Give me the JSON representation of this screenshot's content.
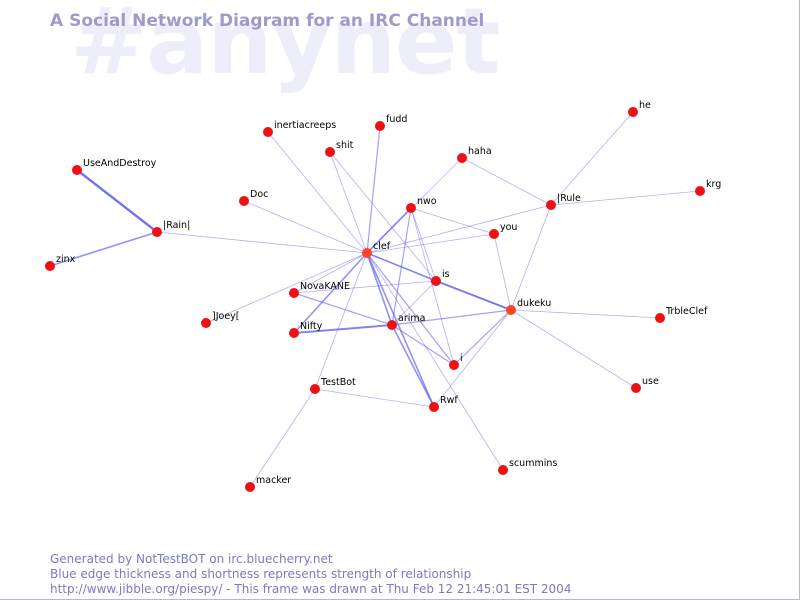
{
  "watermark": "#anynet",
  "title": "A Social Network Diagram for an IRC Channel",
  "footer": {
    "line1": "Generated by NotTestBOT on irc.bluecherry.net",
    "line2": "Blue edge thickness and shortness represents strength of relationship",
    "line3": "http://www.jibble.org/piespy/ - This frame was drawn at Thu Feb 12 21:45:01 EST 2004"
  },
  "colors": {
    "node": "#ee1111",
    "node_hub": "#ff4422",
    "edge": "#5555ee",
    "title": "#9c9ccc",
    "footer": "#7b7bbf"
  },
  "nodes": [
    {
      "id": "UseAndDestroy",
      "label": "UseAndDestroy"
    },
    {
      "id": "zinx",
      "label": "zinx"
    },
    {
      "id": "IRainI",
      "label": "|Rain|"
    },
    {
      "id": "Doc",
      "label": "Doc"
    },
    {
      "id": "inertiacreeps",
      "label": "inertiacreeps"
    },
    {
      "id": "fudd",
      "label": "fudd"
    },
    {
      "id": "shit",
      "label": "shit"
    },
    {
      "id": "haha",
      "label": "haha"
    },
    {
      "id": "nwo",
      "label": "nwo"
    },
    {
      "id": "he",
      "label": "he"
    },
    {
      "id": "krg",
      "label": "krg"
    },
    {
      "id": "IRule",
      "label": "|Rule"
    },
    {
      "id": "you",
      "label": "you"
    },
    {
      "id": "clef",
      "label": "clef"
    },
    {
      "id": "is",
      "label": "is"
    },
    {
      "id": "NovaKANE",
      "label": "NovaKANE"
    },
    {
      "id": "Joey",
      "label": "]Joey["
    },
    {
      "id": "Nifty",
      "label": "Nifty"
    },
    {
      "id": "arima",
      "label": "arima"
    },
    {
      "id": "dukeku",
      "label": "dukeku"
    },
    {
      "id": "TrbleClef",
      "label": "TrbleClef"
    },
    {
      "id": "i",
      "label": "i"
    },
    {
      "id": "TestBot",
      "label": "TestBot"
    },
    {
      "id": "Rwf",
      "label": "Rwf"
    },
    {
      "id": "use",
      "label": "use"
    },
    {
      "id": "scummins",
      "label": "scummins"
    },
    {
      "id": "macker",
      "label": "macker"
    }
  ],
  "edges": [
    {
      "source": "UseAndDestroy",
      "target": "IRainI",
      "strength": 3
    },
    {
      "source": "zinx",
      "target": "IRainI",
      "strength": 2
    },
    {
      "source": "IRainI",
      "target": "clef",
      "strength": 1
    },
    {
      "source": "Doc",
      "target": "clef",
      "strength": 1
    },
    {
      "source": "inertiacreeps",
      "target": "clef",
      "strength": 1
    },
    {
      "source": "fudd",
      "target": "clef",
      "strength": 1.5
    },
    {
      "source": "shit",
      "target": "clef",
      "strength": 1
    },
    {
      "source": "shit",
      "target": "is",
      "strength": 1
    },
    {
      "source": "haha",
      "target": "clef",
      "strength": 1
    },
    {
      "source": "haha",
      "target": "IRule",
      "strength": 1
    },
    {
      "source": "nwo",
      "target": "clef",
      "strength": 2
    },
    {
      "source": "nwo",
      "target": "you",
      "strength": 1
    },
    {
      "source": "nwo",
      "target": "is",
      "strength": 1
    },
    {
      "source": "nwo",
      "target": "arima",
      "strength": 1.5
    },
    {
      "source": "nwo",
      "target": "i",
      "strength": 1
    },
    {
      "source": "he",
      "target": "IRule",
      "strength": 1
    },
    {
      "source": "krg",
      "target": "IRule",
      "strength": 1
    },
    {
      "source": "IRule",
      "target": "clef",
      "strength": 1
    },
    {
      "source": "IRule",
      "target": "dukeku",
      "strength": 1
    },
    {
      "source": "you",
      "target": "clef",
      "strength": 1
    },
    {
      "source": "you",
      "target": "dukeku",
      "strength": 1
    },
    {
      "source": "clef",
      "target": "is",
      "strength": 2
    },
    {
      "source": "clef",
      "target": "dukeku",
      "strength": 1
    },
    {
      "source": "clef",
      "target": "NovaKANE",
      "strength": 1
    },
    {
      "source": "clef",
      "target": "Joey",
      "strength": 1
    },
    {
      "source": "clef",
      "target": "Nifty",
      "strength": 2
    },
    {
      "source": "clef",
      "target": "arima",
      "strength": 2
    },
    {
      "source": "clef",
      "target": "i",
      "strength": 1.5
    },
    {
      "source": "clef",
      "target": "TestBot",
      "strength": 1
    },
    {
      "source": "clef",
      "target": "Rwf",
      "strength": 2
    },
    {
      "source": "clef",
      "target": "scummins",
      "strength": 1
    },
    {
      "source": "is",
      "target": "dukeku",
      "strength": 2.5
    },
    {
      "source": "is",
      "target": "NovaKANE",
      "strength": 1
    },
    {
      "source": "is",
      "target": "arima",
      "strength": 1
    },
    {
      "source": "NovaKANE",
      "target": "arima",
      "strength": 1.5
    },
    {
      "source": "Nifty",
      "target": "arima",
      "strength": 2.5
    },
    {
      "source": "arima",
      "target": "dukeku",
      "strength": 1.5
    },
    {
      "source": "arima",
      "target": "Rwf",
      "strength": 2
    },
    {
      "source": "arima",
      "target": "i",
      "strength": 1.5
    },
    {
      "source": "dukeku",
      "target": "i",
      "strength": 1.5
    },
    {
      "source": "dukeku",
      "target": "TrbleClef",
      "strength": 1
    },
    {
      "source": "dukeku",
      "target": "use",
      "strength": 1
    },
    {
      "source": "dukeku",
      "target": "Rwf",
      "strength": 1
    },
    {
      "source": "TestBot",
      "target": "Rwf",
      "strength": 1
    },
    {
      "source": "TestBot",
      "target": "macker",
      "strength": 1
    }
  ]
}
